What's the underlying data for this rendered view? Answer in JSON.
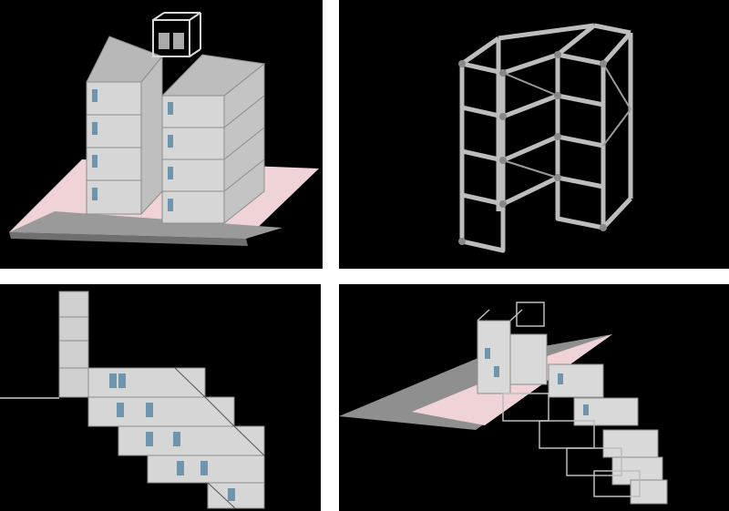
{
  "figure": {
    "panels": [
      {
        "id": "p1",
        "view": "isometric-container-tower"
      },
      {
        "id": "p2",
        "view": "isometric-steel-frame"
      },
      {
        "id": "p3",
        "view": "elevation-stepped-stack"
      },
      {
        "id": "p4",
        "view": "isometric-stepped-stack"
      }
    ]
  },
  "colors": {
    "background": "#000000",
    "gap": "#ffffff",
    "container": "#cfcfcf",
    "container_dark": "#8c8c8c",
    "container_light": "#e6e6e6",
    "frame": "#bdbdbd",
    "window": "#6f95ad",
    "ground_pink": "#efd3d6",
    "ground_grey": "#8f8f8f"
  }
}
